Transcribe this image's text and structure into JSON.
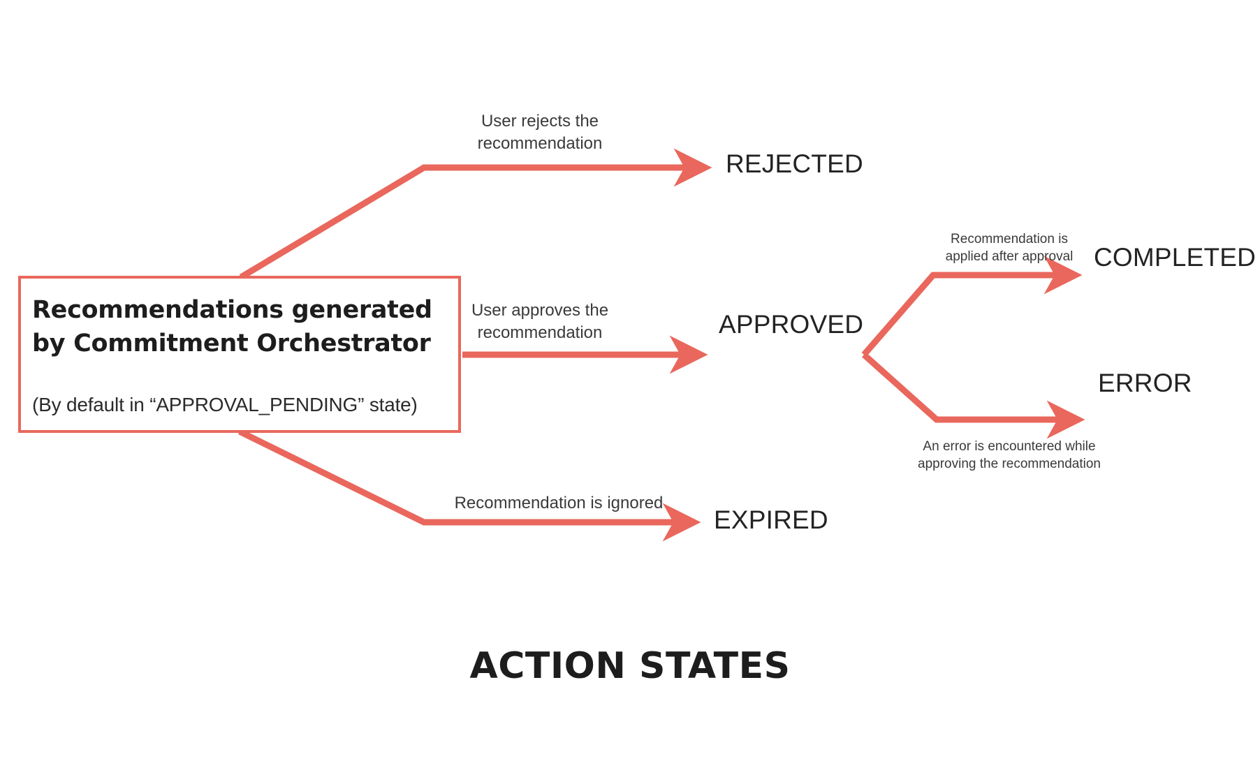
{
  "diagram": {
    "title": "ACTION STATES",
    "accent_color": "#e9675c",
    "text_color": "#232323",
    "background": "#ffffff",
    "source_node": {
      "name": "source-box",
      "title": "Recommendations generated\nby Commitment Orchestrator",
      "subtitle": "(By default in “APPROVAL_PENDING” state)"
    },
    "states": [
      {
        "id": "rejected",
        "label": "REJECTED"
      },
      {
        "id": "approved",
        "label": "APPROVED"
      },
      {
        "id": "expired",
        "label": "EXPIRED"
      },
      {
        "id": "completed",
        "label": "COMPLETED"
      },
      {
        "id": "error",
        "label": "ERROR"
      }
    ],
    "transitions": [
      {
        "id": "to-rejected",
        "from": "source-box",
        "to": "rejected",
        "caption": "User rejects the\nrecommendation"
      },
      {
        "id": "to-approved",
        "from": "source-box",
        "to": "approved",
        "caption": "User approves the\nrecommendation"
      },
      {
        "id": "to-expired",
        "from": "source-box",
        "to": "expired",
        "caption": "Recommendation is ignored"
      },
      {
        "id": "to-completed",
        "from": "approved",
        "to": "completed",
        "caption": "Recommendation is\napplied after approval"
      },
      {
        "id": "to-error",
        "from": "approved",
        "to": "error",
        "caption": "An error is encountered while\napproving the recommendation"
      }
    ]
  }
}
